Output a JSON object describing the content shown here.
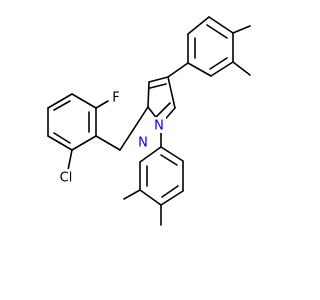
{
  "molecule": {
    "atoms": [
      {
        "id": "F",
        "label": "F",
        "color": "#000000"
      },
      {
        "id": "Cl",
        "label": "Cl",
        "color": "#000000"
      },
      {
        "id": "N1",
        "label": "N",
        "color": "#0000ff"
      },
      {
        "id": "N2",
        "label": "N",
        "color": "#0000ff"
      }
    ]
  }
}
